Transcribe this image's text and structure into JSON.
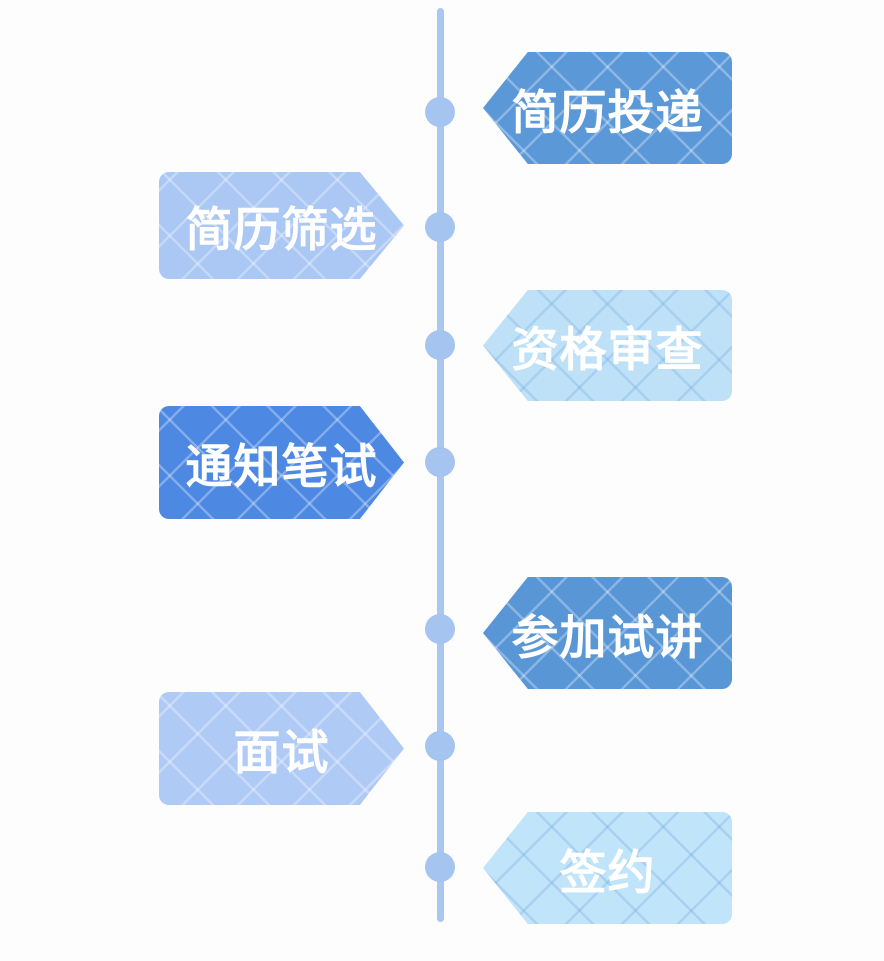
{
  "diagram": {
    "type": "vertical-timeline-flow",
    "background_color": "#fdfdfe",
    "line_color": "#a9c7f1",
    "dot_color": "#a5c4f0",
    "text_color": "#ffffff",
    "steps": [
      {
        "label": "简历投递",
        "side": "right",
        "color": "#5b98d8",
        "arrow_points": "left"
      },
      {
        "label": "简历筛选",
        "side": "left",
        "color": "#abc7f4",
        "arrow_points": "right"
      },
      {
        "label": "资格审查",
        "side": "right",
        "color": "#bee1f8",
        "arrow_points": "left"
      },
      {
        "label": "通知笔试",
        "side": "left",
        "color": "#4d88e2",
        "arrow_points": "right"
      },
      {
        "label": "参加试讲",
        "side": "right",
        "color": "#5996d6",
        "arrow_points": "left"
      },
      {
        "label": "面试",
        "side": "left",
        "color": "#b0caf6",
        "arrow_points": "right"
      },
      {
        "label": "签约",
        "side": "right",
        "color": "#c0e4f9",
        "arrow_points": "left"
      }
    ]
  }
}
